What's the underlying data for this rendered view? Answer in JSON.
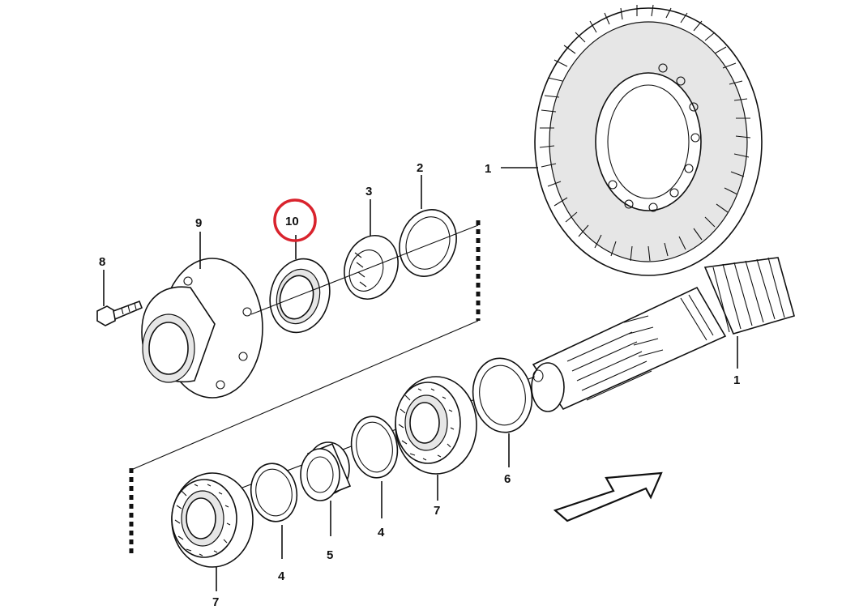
{
  "callouts": {
    "ring_gear": "1",
    "pinion": "1",
    "shim_top": "2",
    "nut": "3",
    "shim_lower_a": "4",
    "shim_lower_b": "4",
    "spacer": "5",
    "washer": "6",
    "bearing_left": "7",
    "bearing_right": "7",
    "bolt": "8",
    "flange": "9",
    "seal": "10"
  },
  "highlight": {
    "target": "seal",
    "color": "#d9232d"
  },
  "icons": {
    "direction": "outline-arrow-icon"
  }
}
